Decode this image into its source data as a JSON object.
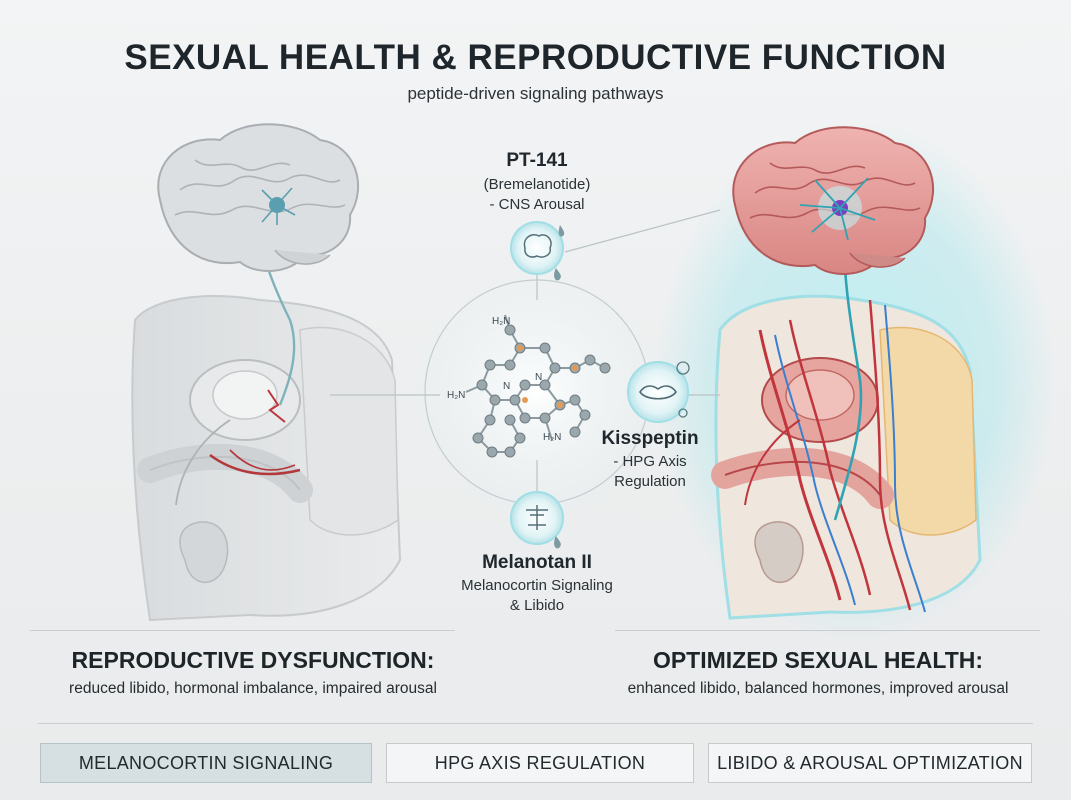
{
  "title": "SEXUAL HEALTH & REPRODUCTIVE FUNCTION",
  "subtitle": "peptide-driven signaling pathways",
  "peptides": {
    "pt141": {
      "name": "PT-141",
      "line1": "(Bremelanotide)",
      "line2": "- CNS Arousal"
    },
    "kisspeptin": {
      "name": "Kisspeptin",
      "line1": "- HPG Axis",
      "line2": "Regulation"
    },
    "melanotan": {
      "name": "Melanotan II",
      "line1": "Melanocortin Signaling",
      "line2": "& Libido"
    }
  },
  "molecule_labels": {
    "amine_top": "H₂N",
    "amine_left": "H₂N",
    "amine_bottom": "H₂N",
    "n1": "N",
    "n2": "N"
  },
  "outcomes": {
    "left": {
      "title": "REPRODUCTIVE DYSFUNCTION:",
      "desc": "reduced libido, hormonal imbalance, impaired arousal"
    },
    "right": {
      "title": "OPTIMIZED SEXUAL HEALTH:",
      "desc": "enhanced libido, balanced hormones, improved arousal"
    }
  },
  "tabs": [
    {
      "label": "MELANOCORTIN SIGNALING",
      "active": true
    },
    {
      "label": "HPG AXIS REGULATION",
      "active": false
    },
    {
      "label": "LIBIDO & AROUSAL OPTIMIZATION",
      "active": false
    }
  ],
  "colors": {
    "nerve": "#2fa3b3",
    "artery": "#c0363c",
    "vein": "#3a7fd0",
    "glow": "#8fe3ea"
  }
}
